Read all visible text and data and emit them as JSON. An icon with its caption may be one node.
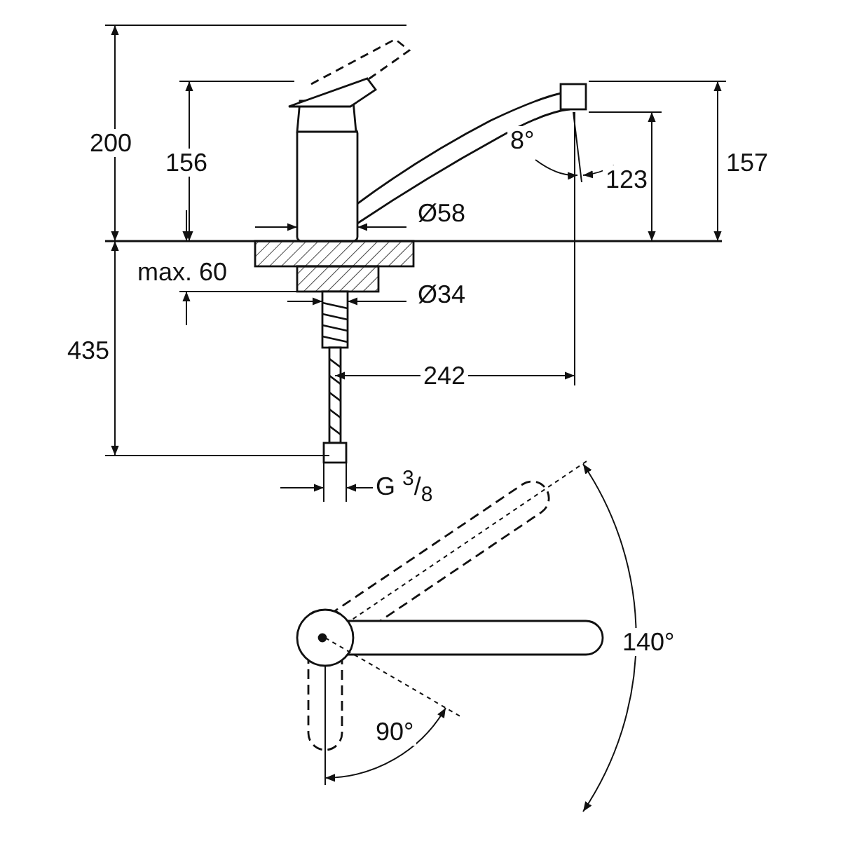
{
  "diagram": {
    "labels": [
      "200",
      "156",
      "8°",
      "123",
      "157",
      "Ø58",
      "max. 60",
      "Ø34",
      "435",
      "242",
      "G $^{3}$/$_{8}$",
      "140°",
      "90°"
    ]
  }
}
